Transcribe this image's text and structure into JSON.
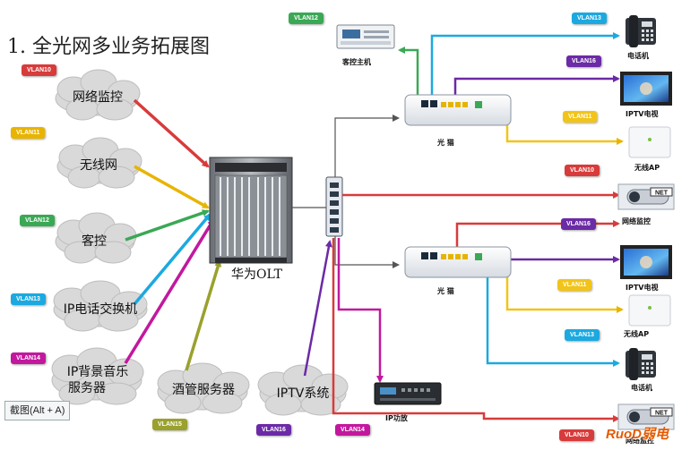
{
  "title": "1. 全光网多业务拓展图",
  "olt_label": "华为OLT",
  "shortcut_hint": "截图(Alt + A)",
  "watermark": "RuoD弱电",
  "clouds": {
    "network_monitor": "网络监控",
    "wireless": "无线网",
    "guest_control": "客控",
    "ip_phone": "IP电话交换机",
    "ip_music_line1": "IP背景音乐",
    "ip_music_line2": "服务器",
    "hotel_server": "酒管服务器",
    "iptv": "IPTV系统"
  },
  "devices": {
    "guest_host": "客控主机",
    "onu_top": "光  猫",
    "onu_bottom": "光  猫",
    "phone_top": "电话机",
    "iptv_top": "IPTV电视",
    "ap_top": "无线AP",
    "camera_top": "网络监控",
    "iptv_bottom": "IPTV电视",
    "ap_bottom": "无线AP",
    "phone_bottom": "电话机",
    "camera_bottom": "网络监控",
    "amp": "IP功放"
  },
  "vlans": {
    "v10_left": "VLAN10",
    "v11_left": "VLAN11",
    "v12_left": "VLAN12",
    "v13_left": "VLAN13",
    "v14_left": "VLAN14",
    "v15": "VLAN15",
    "v16_bottom": "VLAN16",
    "v14_bottom": "VLAN14",
    "v12_top": "VLAN12",
    "v13_top": "VLAN13",
    "v16_top": "VLAN16",
    "v11_top": "VLAN11",
    "v10_top": "VLAN10",
    "v16_mid": "VLAN16",
    "v11_mid": "VLAN11",
    "v13_mid": "VLAN13",
    "v10_bottom": "VLAN10"
  },
  "colors": {
    "vlan10": "#d83b3b",
    "vlan11": "#f2c418",
    "vlan12": "#3aa855",
    "vlan13": "#1ba9e0",
    "vlan14": "#c2189e",
    "vlan15": "#9aa12c",
    "vlan16": "#6b2aa6",
    "fiber": "#555555"
  }
}
